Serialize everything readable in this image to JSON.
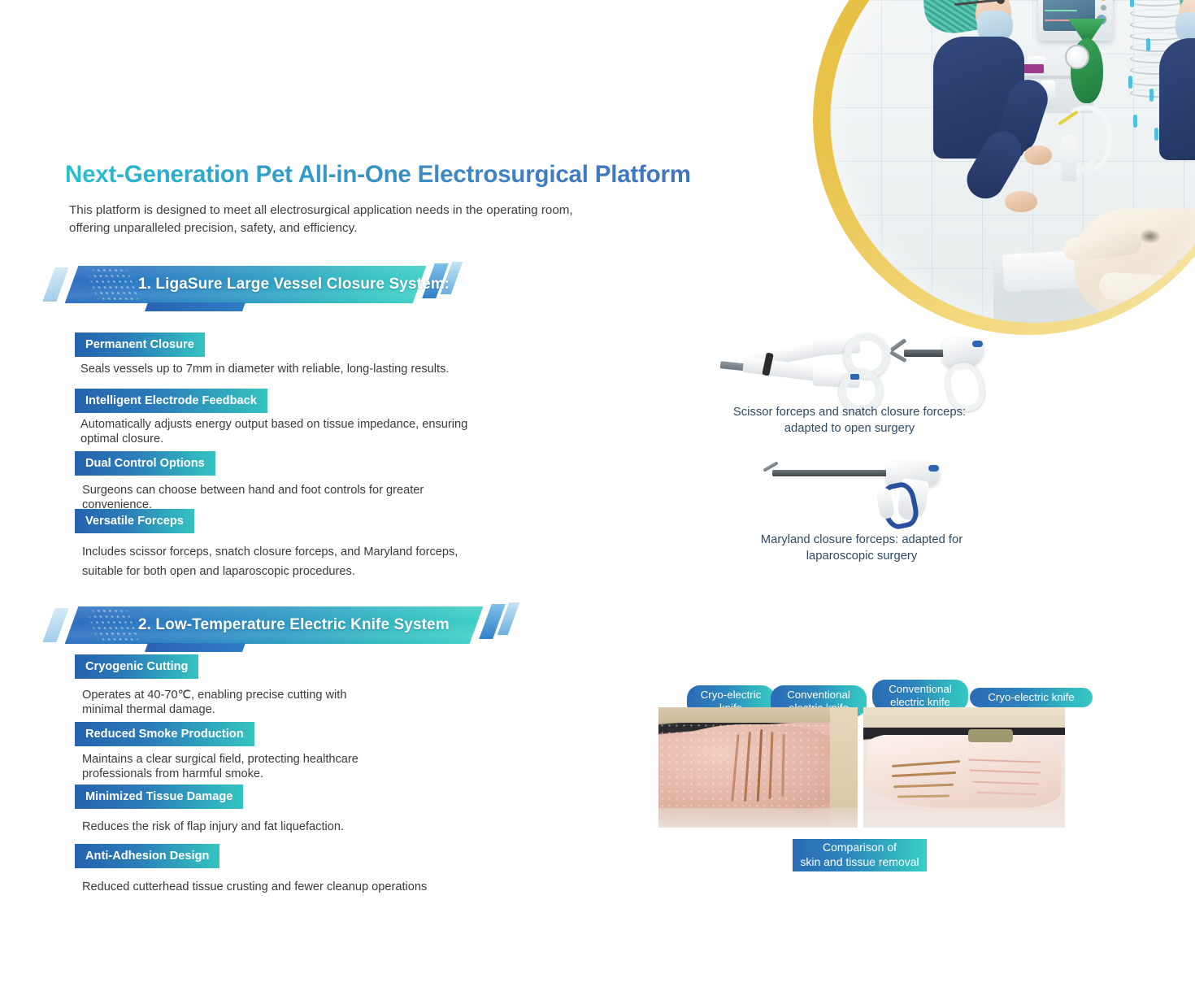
{
  "page": {
    "title": "Next-Generation Pet All-in-One Electrosurgical Platform",
    "intro": "This platform is designed to meet all electrosurgical application needs in the operating room, offering unparalleled precision, safety, and efficiency."
  },
  "hero": {
    "alt": "veterinary-operating-room-photo"
  },
  "sections": [
    {
      "banner": "1. LigaSure Large Vessel Closure System:",
      "features": [
        {
          "tag": "Permanent Closure",
          "body": "Seals vessels up to 7mm in diameter with reliable, long-lasting results."
        },
        {
          "tag": "Intelligent Electrode Feedback",
          "body": "Automatically adjusts energy output based on tissue impedance, ensuring optimal closure."
        },
        {
          "tag": "Dual Control Options",
          "body": "Surgeons can choose between hand and foot controls for greater convenience."
        },
        {
          "tag": "Versatile Forceps",
          "body": " Includes scissor forceps, snatch closure forceps, and Maryland forceps, suitable for both open and laparoscopic procedures."
        }
      ]
    },
    {
      "banner": "2. Low-Temperature Electric Knife System",
      "features": [
        {
          "tag": "Cryogenic Cutting",
          "body": "Operates at 40-70℃, enabling precise cutting with minimal thermal damage."
        },
        {
          "tag": "Reduced Smoke Production",
          "body": "Maintains a clear surgical field, protecting healthcare professionals from harmful smoke."
        },
        {
          "tag": "Minimized Tissue Damage",
          "body": "Reduces the risk of flap injury and fat liquefaction."
        },
        {
          "tag": "Anti-Adhesion Design",
          "body": "Reduced cutterhead tissue crusting and fewer cleanup operations"
        }
      ]
    }
  ],
  "products": [
    {
      "caption": "Scissor forceps and snatch closure forceps:\nadapted to open surgery",
      "alt": "scissor-forceps-and-snatch-closure-forceps-photo"
    },
    {
      "caption": "Maryland closure forceps:\nadapted for laparoscopic surgery",
      "alt": "maryland-closure-forceps-photo"
    }
  ],
  "comparison": {
    "labels": [
      "Cryo-electric\nknife",
      "Conventional\nelectric knife",
      "Conventional\nelectric knife",
      "Cryo-electric knife"
    ],
    "photos": [
      {
        "alt": "tissue-sample-left-photo"
      },
      {
        "alt": "tissue-sample-right-photo"
      }
    ],
    "caption": "Comparison of\nskin and tissue removal"
  },
  "colors": {
    "title_start": "#2bbfcf",
    "title_end": "#4073bf",
    "tag_start": "#2563ae",
    "tag_end": "#35c3c0",
    "banner_start": "#2e6fc0",
    "banner_end": "#3fd0c6",
    "ring_gold": "#e9c24a",
    "body_text": "#3a3a3a",
    "caption_text": "#2f4a63",
    "arrow": "#2f9bd0"
  }
}
